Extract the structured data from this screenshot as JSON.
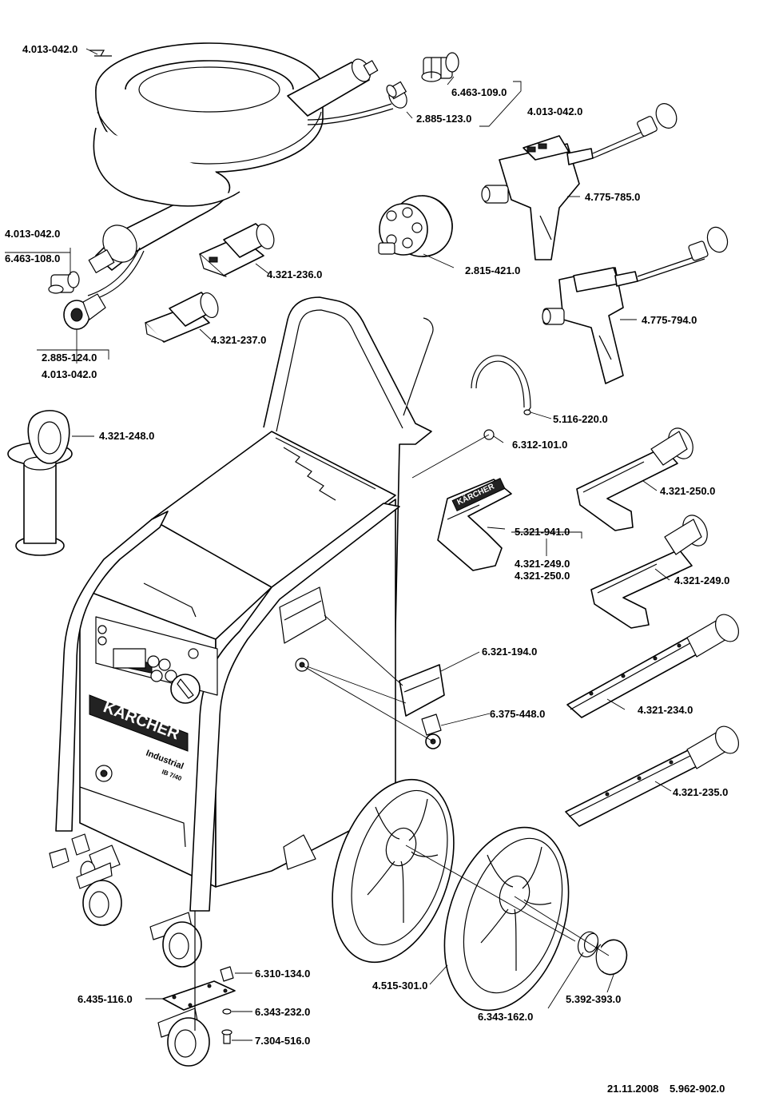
{
  "labels": {
    "hose_top": "4.013-042.0",
    "nozzle_a": "6.463-109.0",
    "hose_kit_a": "4.013-042.0",
    "coupling_a": "2.885-123.0",
    "gun_1": "4.775-785.0",
    "hose_kit_b": "4.013-042.0",
    "nozzle_b": "6.463-108.0",
    "nozzle_c": "4.321-236.0",
    "adapter": "2.815-421.0",
    "gun_2": "4.775-794.0",
    "nozzle_d": "4.321-237.0",
    "coupling_b": "2.885-124.0",
    "hose_kit_c": "4.013-042.0",
    "holder": "4.321-248.0",
    "hose_small": "5.116-220.0",
    "oring": "6.312-101.0",
    "nozzle_l1": "4.321-250.0",
    "cover": "5.321-941.0",
    "nozzle_set_a": "4.321-249.0",
    "nozzle_set_b": "4.321-250.0",
    "nozzle_l2": "4.321-249.0",
    "handle_recess": "6.321-194.0",
    "lock": "6.375-448.0",
    "nozzle_straight_a": "4.321-234.0",
    "nozzle_straight_b": "4.321-235.0",
    "clip": "6.310-134.0",
    "caster_plate": "6.435-116.0",
    "washer": "6.343-232.0",
    "screw": "7.304-516.0",
    "wheel": "4.515-301.0",
    "wheel_ring": "6.343-162.0",
    "hub_cap": "5.392-393.0"
  },
  "machine": {
    "brand": "KÄRCHER",
    "line": "Industrial",
    "model": "IB 7/40"
  },
  "cover_brand": "KÄRCHER",
  "footer": {
    "date": "21.11.2008",
    "doc_number": "5.962-902.0"
  }
}
